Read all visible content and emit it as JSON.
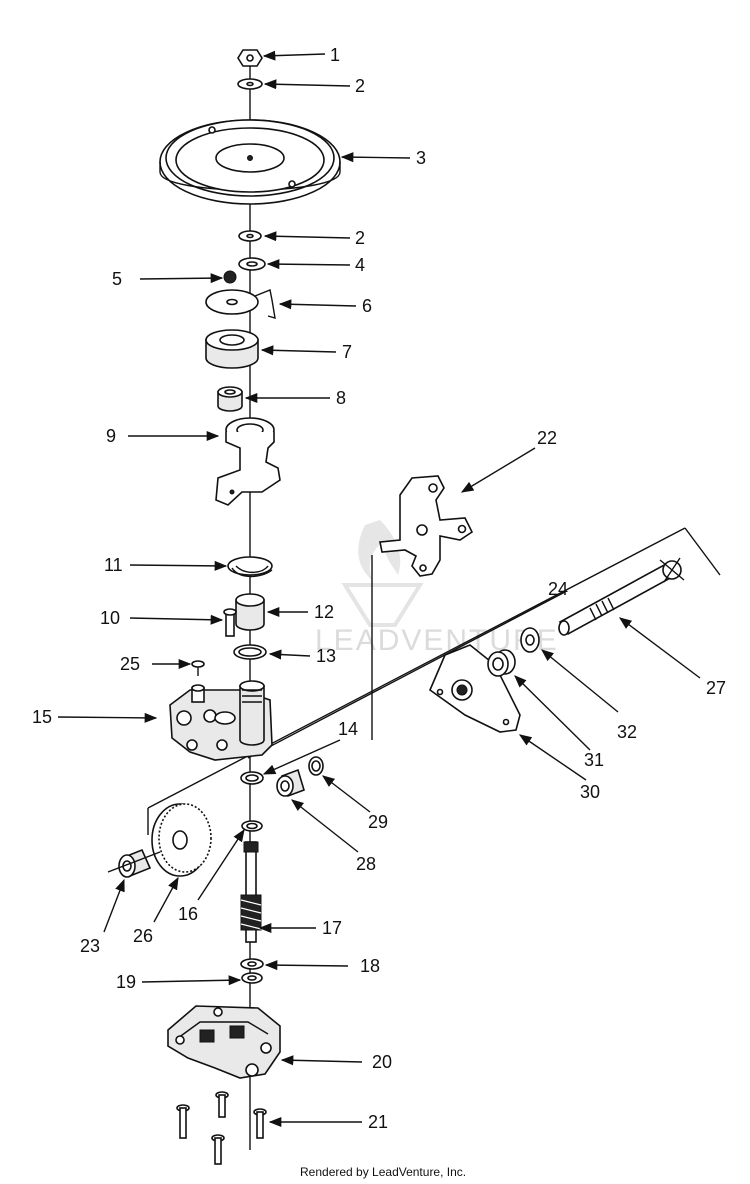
{
  "diagram": {
    "type": "exploded-parts-view",
    "callouts": [
      {
        "id": "c1",
        "number": "1"
      },
      {
        "id": "c2a",
        "number": "2"
      },
      {
        "id": "c3",
        "number": "3"
      },
      {
        "id": "c2b",
        "number": "2"
      },
      {
        "id": "c4",
        "number": "4"
      },
      {
        "id": "c5",
        "number": "5"
      },
      {
        "id": "c6",
        "number": "6"
      },
      {
        "id": "c7",
        "number": "7"
      },
      {
        "id": "c8",
        "number": "8"
      },
      {
        "id": "c9",
        "number": "9"
      },
      {
        "id": "c22",
        "number": "22"
      },
      {
        "id": "c11",
        "number": "11"
      },
      {
        "id": "c24",
        "number": "24"
      },
      {
        "id": "c10",
        "number": "10"
      },
      {
        "id": "c12",
        "number": "12"
      },
      {
        "id": "c27",
        "number": "27"
      },
      {
        "id": "c25",
        "number": "25"
      },
      {
        "id": "c13",
        "number": "13"
      },
      {
        "id": "c15",
        "number": "15"
      },
      {
        "id": "c32",
        "number": "32"
      },
      {
        "id": "c14",
        "number": "14"
      },
      {
        "id": "c31",
        "number": "31"
      },
      {
        "id": "c30",
        "number": "30"
      },
      {
        "id": "c29",
        "number": "29"
      },
      {
        "id": "c28",
        "number": "28"
      },
      {
        "id": "c16",
        "number": "16"
      },
      {
        "id": "c23",
        "number": "23"
      },
      {
        "id": "c26",
        "number": "26"
      },
      {
        "id": "c17",
        "number": "17"
      },
      {
        "id": "c18",
        "number": "18"
      },
      {
        "id": "c19",
        "number": "19"
      },
      {
        "id": "c20",
        "number": "20"
      },
      {
        "id": "c21",
        "number": "21"
      }
    ],
    "watermark": "LEADVENTURE",
    "footer": "Rendered by LeadVenture, Inc."
  }
}
